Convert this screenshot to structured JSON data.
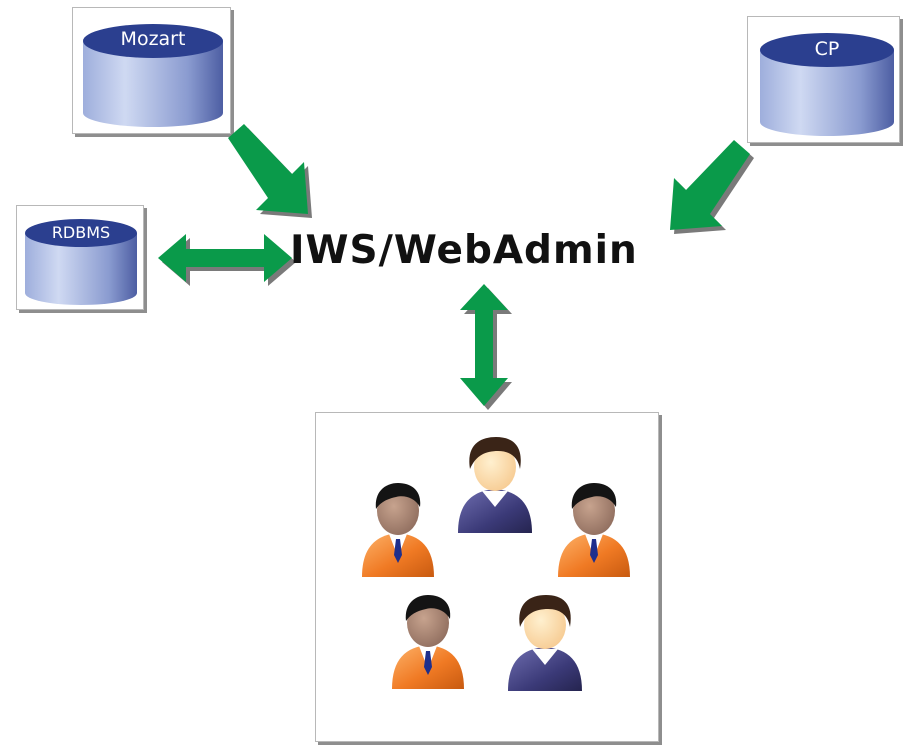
{
  "diagram": {
    "hub_label": "IWS/WebAdmin",
    "databases": {
      "mozart": {
        "label": "Mozart"
      },
      "cp": {
        "label": "CP"
      },
      "rdbms": {
        "label": "RDBMS"
      }
    },
    "users_group": {
      "persons": [
        {
          "role": "user",
          "gender": "male",
          "suit": "orange"
        },
        {
          "role": "user",
          "gender": "female",
          "suit": "navy"
        },
        {
          "role": "user",
          "gender": "male",
          "suit": "orange"
        },
        {
          "role": "user",
          "gender": "male",
          "suit": "orange"
        },
        {
          "role": "user",
          "gender": "female",
          "suit": "navy"
        }
      ]
    },
    "colors": {
      "arrow": "#0a9a4a",
      "arrow_shadow": "#7a7a7a",
      "db_top": "#2b3f8f",
      "db_body_light": "#c9d4ee",
      "db_body_dark": "#5465a8",
      "suit_orange": "#f07a24",
      "suit_navy": "#3b3a78"
    }
  }
}
